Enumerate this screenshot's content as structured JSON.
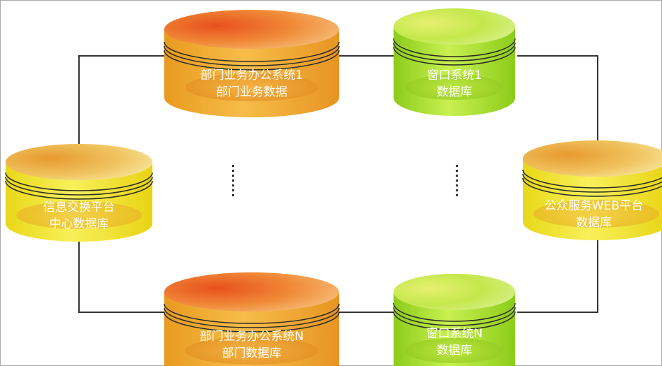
{
  "nodes": {
    "dept_system_1": {
      "line1": "部门业务办公系统1",
      "line2": "部门业务数据"
    },
    "window_system_1": {
      "line1": "窗口系统1",
      "line2": "数据库"
    },
    "exchange_center": {
      "line1": "信息交换平台",
      "line2": "中心数据库"
    },
    "public_web": {
      "line1": "公众服务WEB平台",
      "line2": "数据库"
    },
    "dept_system_n": {
      "line1": "部门业务办公系统N",
      "line2": "部门数据库"
    },
    "window_system_n": {
      "line1": "窗口系统N",
      "line2": "数据库"
    }
  },
  "ellipsis": {
    "left": "⋮",
    "right": "⋮"
  },
  "colors": {
    "orange": "#f0a830",
    "green": "#a8e030",
    "yellow": "#f0e020",
    "connector": "#333333"
  }
}
